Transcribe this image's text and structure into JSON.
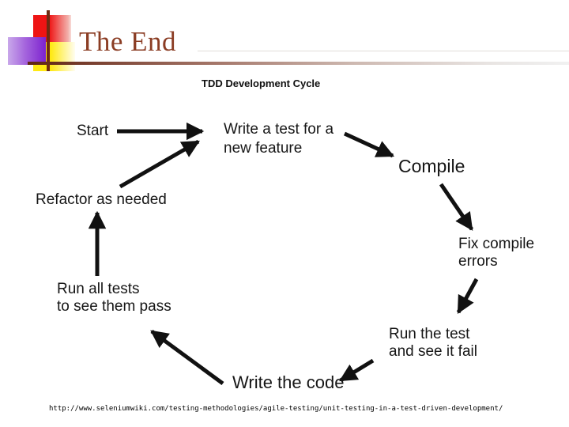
{
  "slide": {
    "title": "The End",
    "footer_url": "http://www.seleniumwiki.com/testing-methodologies/agile-testing/unit-testing-in-a-test-driven-development/"
  },
  "diagram": {
    "title": "TDD Development Cycle",
    "nodes": {
      "start": "Start",
      "write_test": "Write a test for a\nnew feature",
      "compile": "Compile",
      "fix_errors": "Fix compile\nerrors",
      "run_test": "Run the test\nand see it fail",
      "write_code": "Write the code",
      "run_all_tests": "Run all tests\nto see them pass",
      "refactor": "Refactor as needed"
    },
    "edges": [
      {
        "from": "start",
        "to": "write_test"
      },
      {
        "from": "write_test",
        "to": "compile"
      },
      {
        "from": "compile",
        "to": "fix_errors"
      },
      {
        "from": "fix_errors",
        "to": "run_test"
      },
      {
        "from": "run_test",
        "to": "write_code"
      },
      {
        "from": "write_code",
        "to": "run_all_tests"
      },
      {
        "from": "run_all_tests",
        "to": "refactor"
      },
      {
        "from": "refactor",
        "to": "write_test"
      }
    ]
  },
  "decor": {
    "title_color": "#8b3d24",
    "accent_red": "#ee1414",
    "accent_yellow": "#ffe913",
    "accent_purple": "#7d22cf",
    "accent_brown": "#6e2a12",
    "arrow_color": "#111111"
  }
}
